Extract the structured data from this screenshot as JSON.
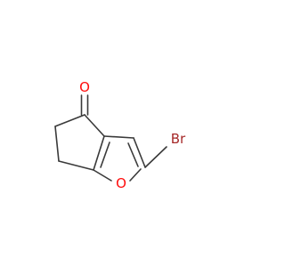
{
  "molecule": {
    "atoms": [
      {
        "id": "o_carbonyl",
        "label": "O",
        "color": "#ff0d0d"
      },
      {
        "id": "o_ring",
        "label": "O",
        "color": "#ff0d0d"
      },
      {
        "id": "br",
        "label": "Br",
        "color": "#a62929"
      }
    ]
  }
}
